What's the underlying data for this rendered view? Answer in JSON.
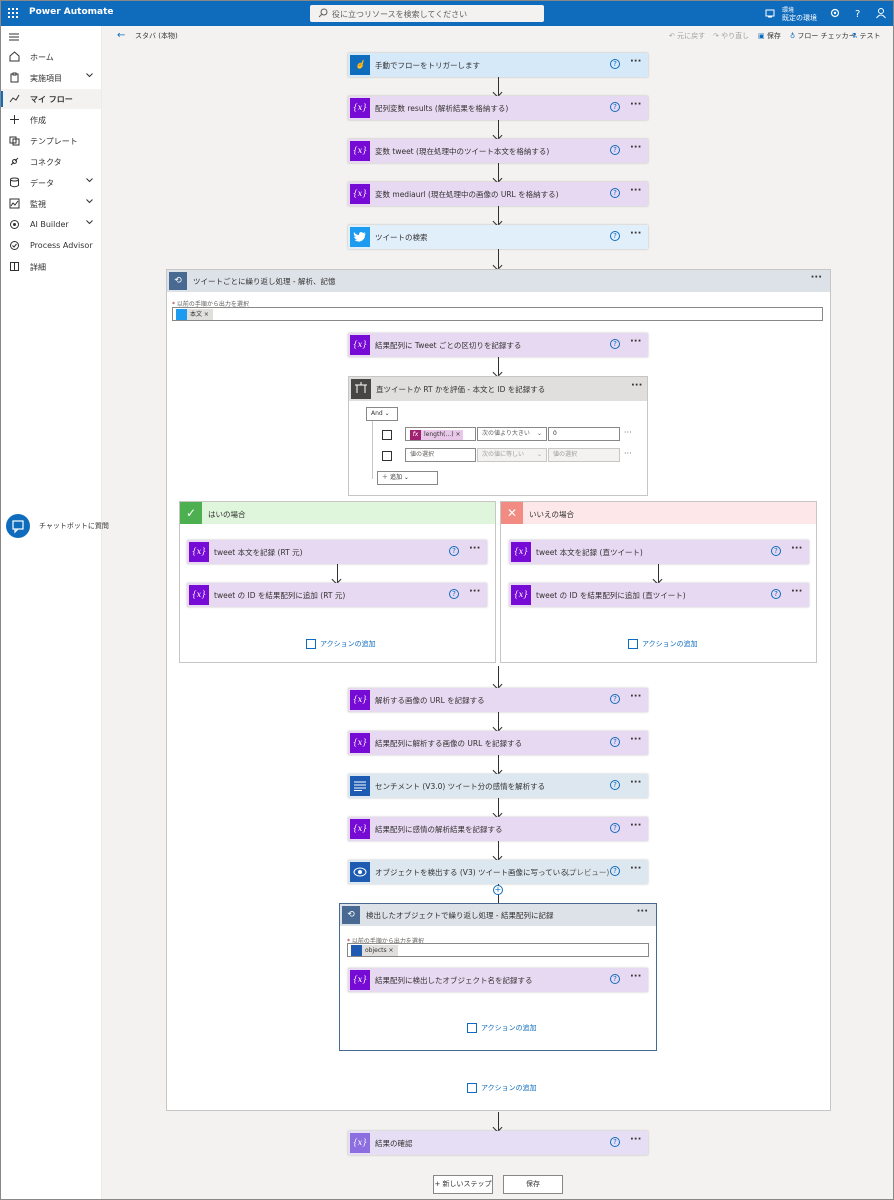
{
  "app": {
    "title": "Power Automate",
    "search_placeholder": "役に立つリソースを検索してください",
    "env_label": "環境",
    "env_name": "既定の環境"
  },
  "sidebar": {
    "items": [
      {
        "label": "ホーム",
        "icon": "home-icon"
      },
      {
        "label": "実施項目",
        "icon": "clipboard-icon",
        "chevron": true
      },
      {
        "label": "マイ フロー",
        "icon": "flow-icon",
        "active": true
      },
      {
        "label": "作成",
        "icon": "plus-icon"
      },
      {
        "label": "テンプレート",
        "icon": "template-icon"
      },
      {
        "label": "コネクタ",
        "icon": "connector-icon"
      },
      {
        "label": "データ",
        "icon": "database-icon",
        "chevron": true
      },
      {
        "label": "監視",
        "icon": "monitor-icon",
        "chevron": true
      },
      {
        "label": "AI Builder",
        "icon": "ai-icon",
        "chevron": true
      },
      {
        "label": "Process Advisor",
        "icon": "process-icon"
      },
      {
        "label": "詳細",
        "icon": "book-icon"
      }
    ],
    "chatbot_label": "チャットボットに質問"
  },
  "cmdbar": {
    "flow_name": "スタバ (本物)",
    "undo": "元に戻す",
    "redo": "やり直し",
    "save": "保存",
    "checker": "フロー チェッカー",
    "test": "テスト"
  },
  "flow": {
    "trigger": "手動でフローをトリガーします",
    "init_results": "配列変数 results (解析結果を格納する)",
    "init_tweet": "変数 tweet (現在処理中のツイート本文を格納する)",
    "init_mediaurl": "変数 mediaurl (現在処理中の画像の URL を格納する)",
    "search_tweets": "ツイートの検索",
    "loop": {
      "title": "ツイートごとに繰り返し処理 - 解析、記憶",
      "select_label": "以前の手順から出力を選択",
      "token": "本文",
      "record_separator": "結果配列に Tweet ごとの区切りを記録する",
      "condition": {
        "title": "直ツイートか RT かを評価 - 本文と ID を記録する",
        "and": "And",
        "row1_fx": "length(...)",
        "row1_op": "次の値より大きい",
        "row1_value": "0",
        "row2_left": "値の選択",
        "row2_op": "次の値に等しい",
        "row2_right": "値の選択",
        "add": "追加"
      },
      "yes": {
        "title": "はいの場合",
        "step1": "tweet 本文を記録 (RT 元)",
        "step2": "tweet の ID を結果配列に追加 (RT 元)",
        "add_action": "アクションの追加"
      },
      "no": {
        "title": "いいえの場合",
        "step1": "tweet 本文を記録 (直ツイート)",
        "step2": "tweet の ID を結果配列に追加 (直ツイート)",
        "add_action": "アクションの追加"
      },
      "record_image_url": "解析する画像の URL を記録する",
      "append_image_url": "結果配列に解析する画像の URL を記録する",
      "sentiment": "センチメント (V3.0) ツイート分の感情を解析する",
      "append_sentiment": "結果配列に感情の解析結果を記録する",
      "detect_objects": "オブジェクトを検出する (V3) ツイート画像に写っている...",
      "detect_preview": "(プレビュー)",
      "inner_loop": {
        "title": "検出したオブジェクトで繰り返し処理 - 結果配列に記録",
        "select_label": "以前の手順から出力を選択",
        "token": "objects",
        "step": "結果配列に検出したオブジェクト名を記録する",
        "add_action": "アクションの追加"
      },
      "add_action": "アクションの追加"
    },
    "confirm": "結果の確認",
    "new_step": "+ 新しいステップ",
    "save": "保存"
  },
  "colors": {
    "brand": "#0f6cbd",
    "variable": "#770bd6",
    "twitter": "#1d9bf0"
  }
}
